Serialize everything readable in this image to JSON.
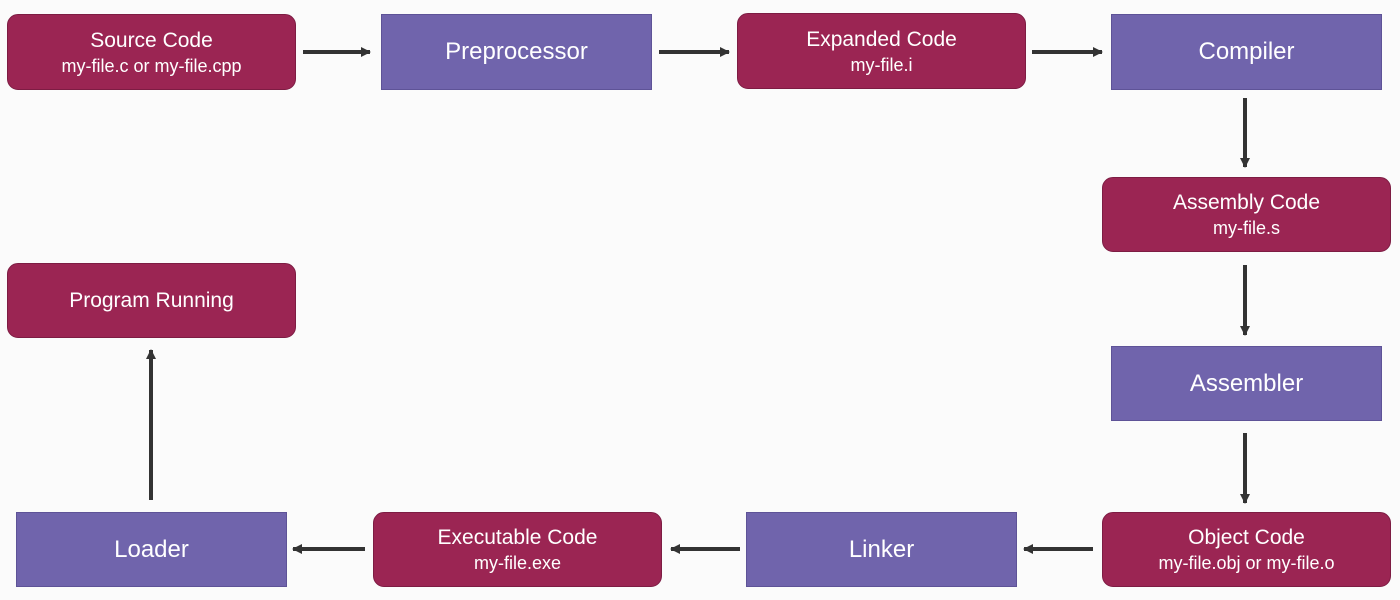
{
  "colors": {
    "artifact": "#9b2553",
    "process": "#7064ac",
    "arrow": "#333333",
    "background": "#fbfbfb"
  },
  "nodes": {
    "source_code": {
      "title": "Source Code",
      "sub": "my-file.c or my-file.cpp"
    },
    "preprocessor": {
      "title": "Preprocessor"
    },
    "expanded_code": {
      "title": "Expanded Code",
      "sub": "my-file.i"
    },
    "compiler": {
      "title": "Compiler"
    },
    "assembly_code": {
      "title": "Assembly Code",
      "sub": "my-file.s"
    },
    "assembler": {
      "title": "Assembler"
    },
    "object_code": {
      "title": "Object Code",
      "sub": "my-file.obj or my-file.o"
    },
    "linker": {
      "title": "Linker"
    },
    "executable_code": {
      "title": "Executable Code",
      "sub": "my-file.exe"
    },
    "loader": {
      "title": "Loader"
    },
    "program_running": {
      "title": "Program Running"
    }
  }
}
